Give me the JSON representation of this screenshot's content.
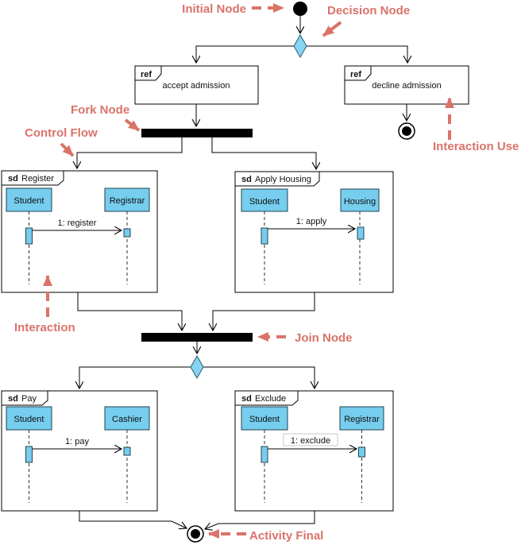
{
  "colors": {
    "annotation": "#d9736a",
    "node_fill": "#87d3f2",
    "head_fill": "#76cdee",
    "bar_fill": "#000000",
    "line": "#000000"
  },
  "annotations": {
    "initial_node": "Initial Node",
    "decision_node": "Decision Node",
    "fork_node": "Fork Node",
    "control_flow": "Control Flow",
    "interaction_use": "Interaction Use",
    "interaction": "Interaction",
    "join_node": "Join Node",
    "activity_final": "Activity Final"
  },
  "ref_frames": [
    {
      "keyword": "ref",
      "label": "accept admission"
    },
    {
      "keyword": "ref",
      "label": "decline admission"
    }
  ],
  "sd_frames": [
    {
      "keyword": "sd",
      "name": "Register",
      "lifelines": [
        "Student",
        "Registrar"
      ],
      "message": "1: register"
    },
    {
      "keyword": "sd",
      "name": "Apply Housing",
      "lifelines": [
        "Student",
        "Housing"
      ],
      "message": "1: apply"
    },
    {
      "keyword": "sd",
      "name": "Pay",
      "lifelines": [
        "Student",
        "Cashier"
      ],
      "message": "1: pay"
    },
    {
      "keyword": "sd",
      "name": "Exclude",
      "lifelines": [
        "Student",
        "Registrar"
      ],
      "message": "1: exclude"
    }
  ]
}
